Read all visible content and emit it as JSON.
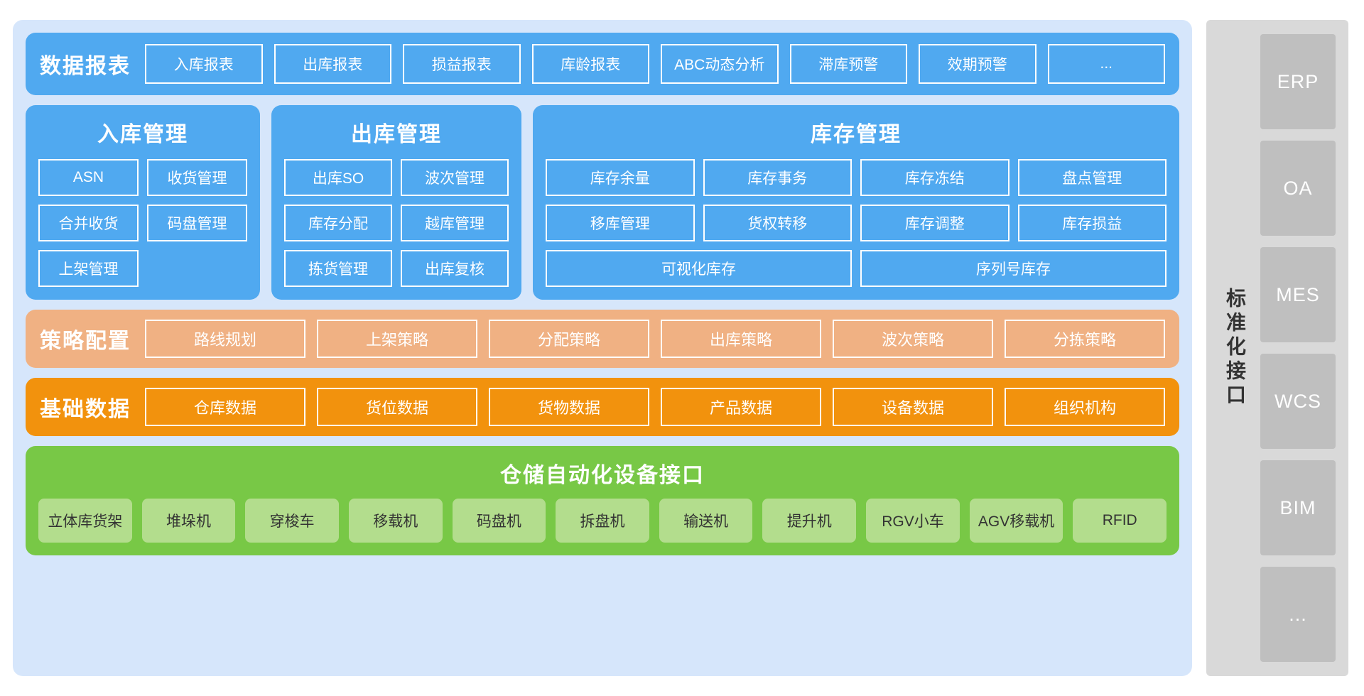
{
  "reports": {
    "title": "数据报表",
    "items": [
      "入库报表",
      "出库报表",
      "损益报表",
      "库龄报表",
      "ABC动态分析",
      "滞库预警",
      "效期预警",
      "..."
    ]
  },
  "management": {
    "inbound": {
      "title": "入库管理",
      "items": [
        "ASN",
        "收货管理",
        "合并收货",
        "码盘管理",
        "上架管理"
      ]
    },
    "outbound": {
      "title": "出库管理",
      "items": [
        "出库SO",
        "波次管理",
        "库存分配",
        "越库管理",
        "拣货管理",
        "出库复核"
      ]
    },
    "stock": {
      "title": "库存管理",
      "items": [
        "库存余量",
        "库存事务",
        "库存冻结",
        "盘点管理",
        "移库管理",
        "货权转移",
        "库存调整",
        "库存损益"
      ],
      "wide_items": [
        "可视化库存",
        "序列号库存"
      ]
    }
  },
  "strategy": {
    "title": "策略配置",
    "items": [
      "路线规划",
      "上架策略",
      "分配策略",
      "出库策略",
      "波次策略",
      "分拣策略"
    ]
  },
  "basedata": {
    "title": "基础数据",
    "items": [
      "仓库数据",
      "货位数据",
      "货物数据",
      "产品数据",
      "设备数据",
      "组织机构"
    ]
  },
  "automation": {
    "title": "仓储自动化设备接口",
    "items": [
      "立体库货架",
      "堆垛机",
      "穿梭车",
      "移载机",
      "码盘机",
      "拆盘机",
      "输送机",
      "提升机",
      "RGV小车",
      "AGV移载机",
      "RFID"
    ]
  },
  "sidebar": {
    "label": "标准化接口",
    "systems": [
      "ERP",
      "OA",
      "MES",
      "WCS",
      "BIM",
      "..."
    ]
  },
  "colors": {
    "page_bg": "#ffffff",
    "platform_bg": "#d6e6fb",
    "blue": "#50a9f0",
    "light_orange": "#f0b183",
    "orange": "#f2920d",
    "green": "#78c846",
    "green_tile": "#b3dd8d",
    "sidebar_bg": "#d9d9d9",
    "sidebar_box": "#bfbfbf"
  }
}
